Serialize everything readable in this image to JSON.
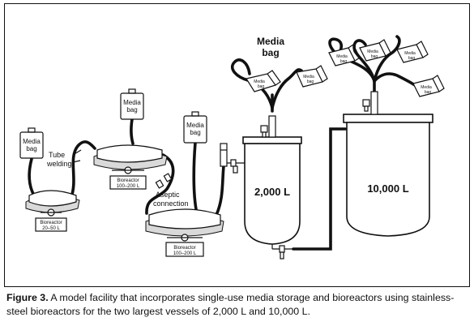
{
  "diagram": {
    "labels": {
      "media_bag": "Media bag",
      "media_bag_line1": "Media",
      "media_bag_line2": "bag",
      "small_bag_line1": "Media",
      "small_bag_line2": "bag",
      "tube_welding_line1": "Tube",
      "tube_welding_line2": "welding",
      "aseptic_line1": "Aseptic",
      "aseptic_line2": "connection"
    },
    "bioreactors": [
      {
        "line1": "Bioreactor",
        "line2": "20–50 L"
      },
      {
        "line1": "Bioreactor",
        "line2": "100–200 L"
      },
      {
        "line1": "Bioreactor",
        "line2": "100–200 L"
      }
    ],
    "vessels": [
      {
        "label": "2,000 L"
      },
      {
        "label": "10,000 L"
      }
    ]
  },
  "caption": {
    "figure_label": "Figure 3.",
    "text": " A model facility that incorporates single-use media storage and bioreactors using stainless-steel bioreactors for the two largest vessels of 2,000 L and 10,000 L."
  }
}
